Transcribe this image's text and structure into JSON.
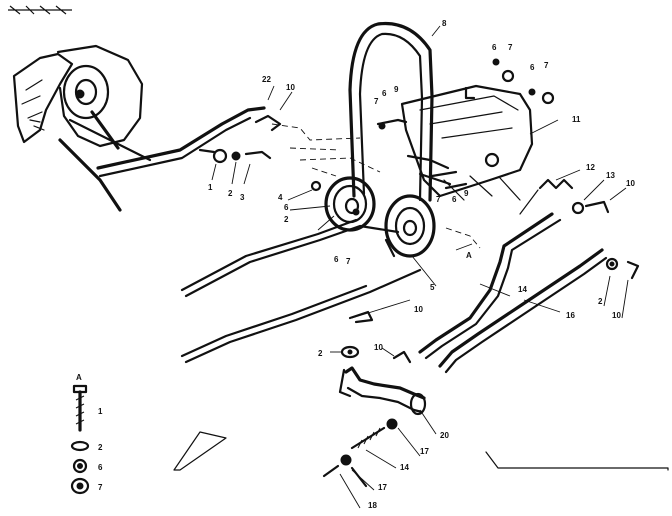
{
  "title_mark": "",
  "callouts": {
    "c1": "1",
    "c2": "2",
    "c3": "3",
    "c4": "4",
    "c5": "5",
    "c6": "6",
    "c7": "7",
    "c8": "8",
    "c9": "9",
    "c10": "10",
    "c11": "11",
    "c12": "12",
    "c13": "13",
    "c14": "14",
    "c16": "16",
    "c17": "17",
    "c18": "18",
    "c20": "20",
    "c22": "22",
    "a_label": "A"
  },
  "legend": {
    "key": "A",
    "items": [
      "1",
      "2",
      "6",
      "7"
    ]
  }
}
